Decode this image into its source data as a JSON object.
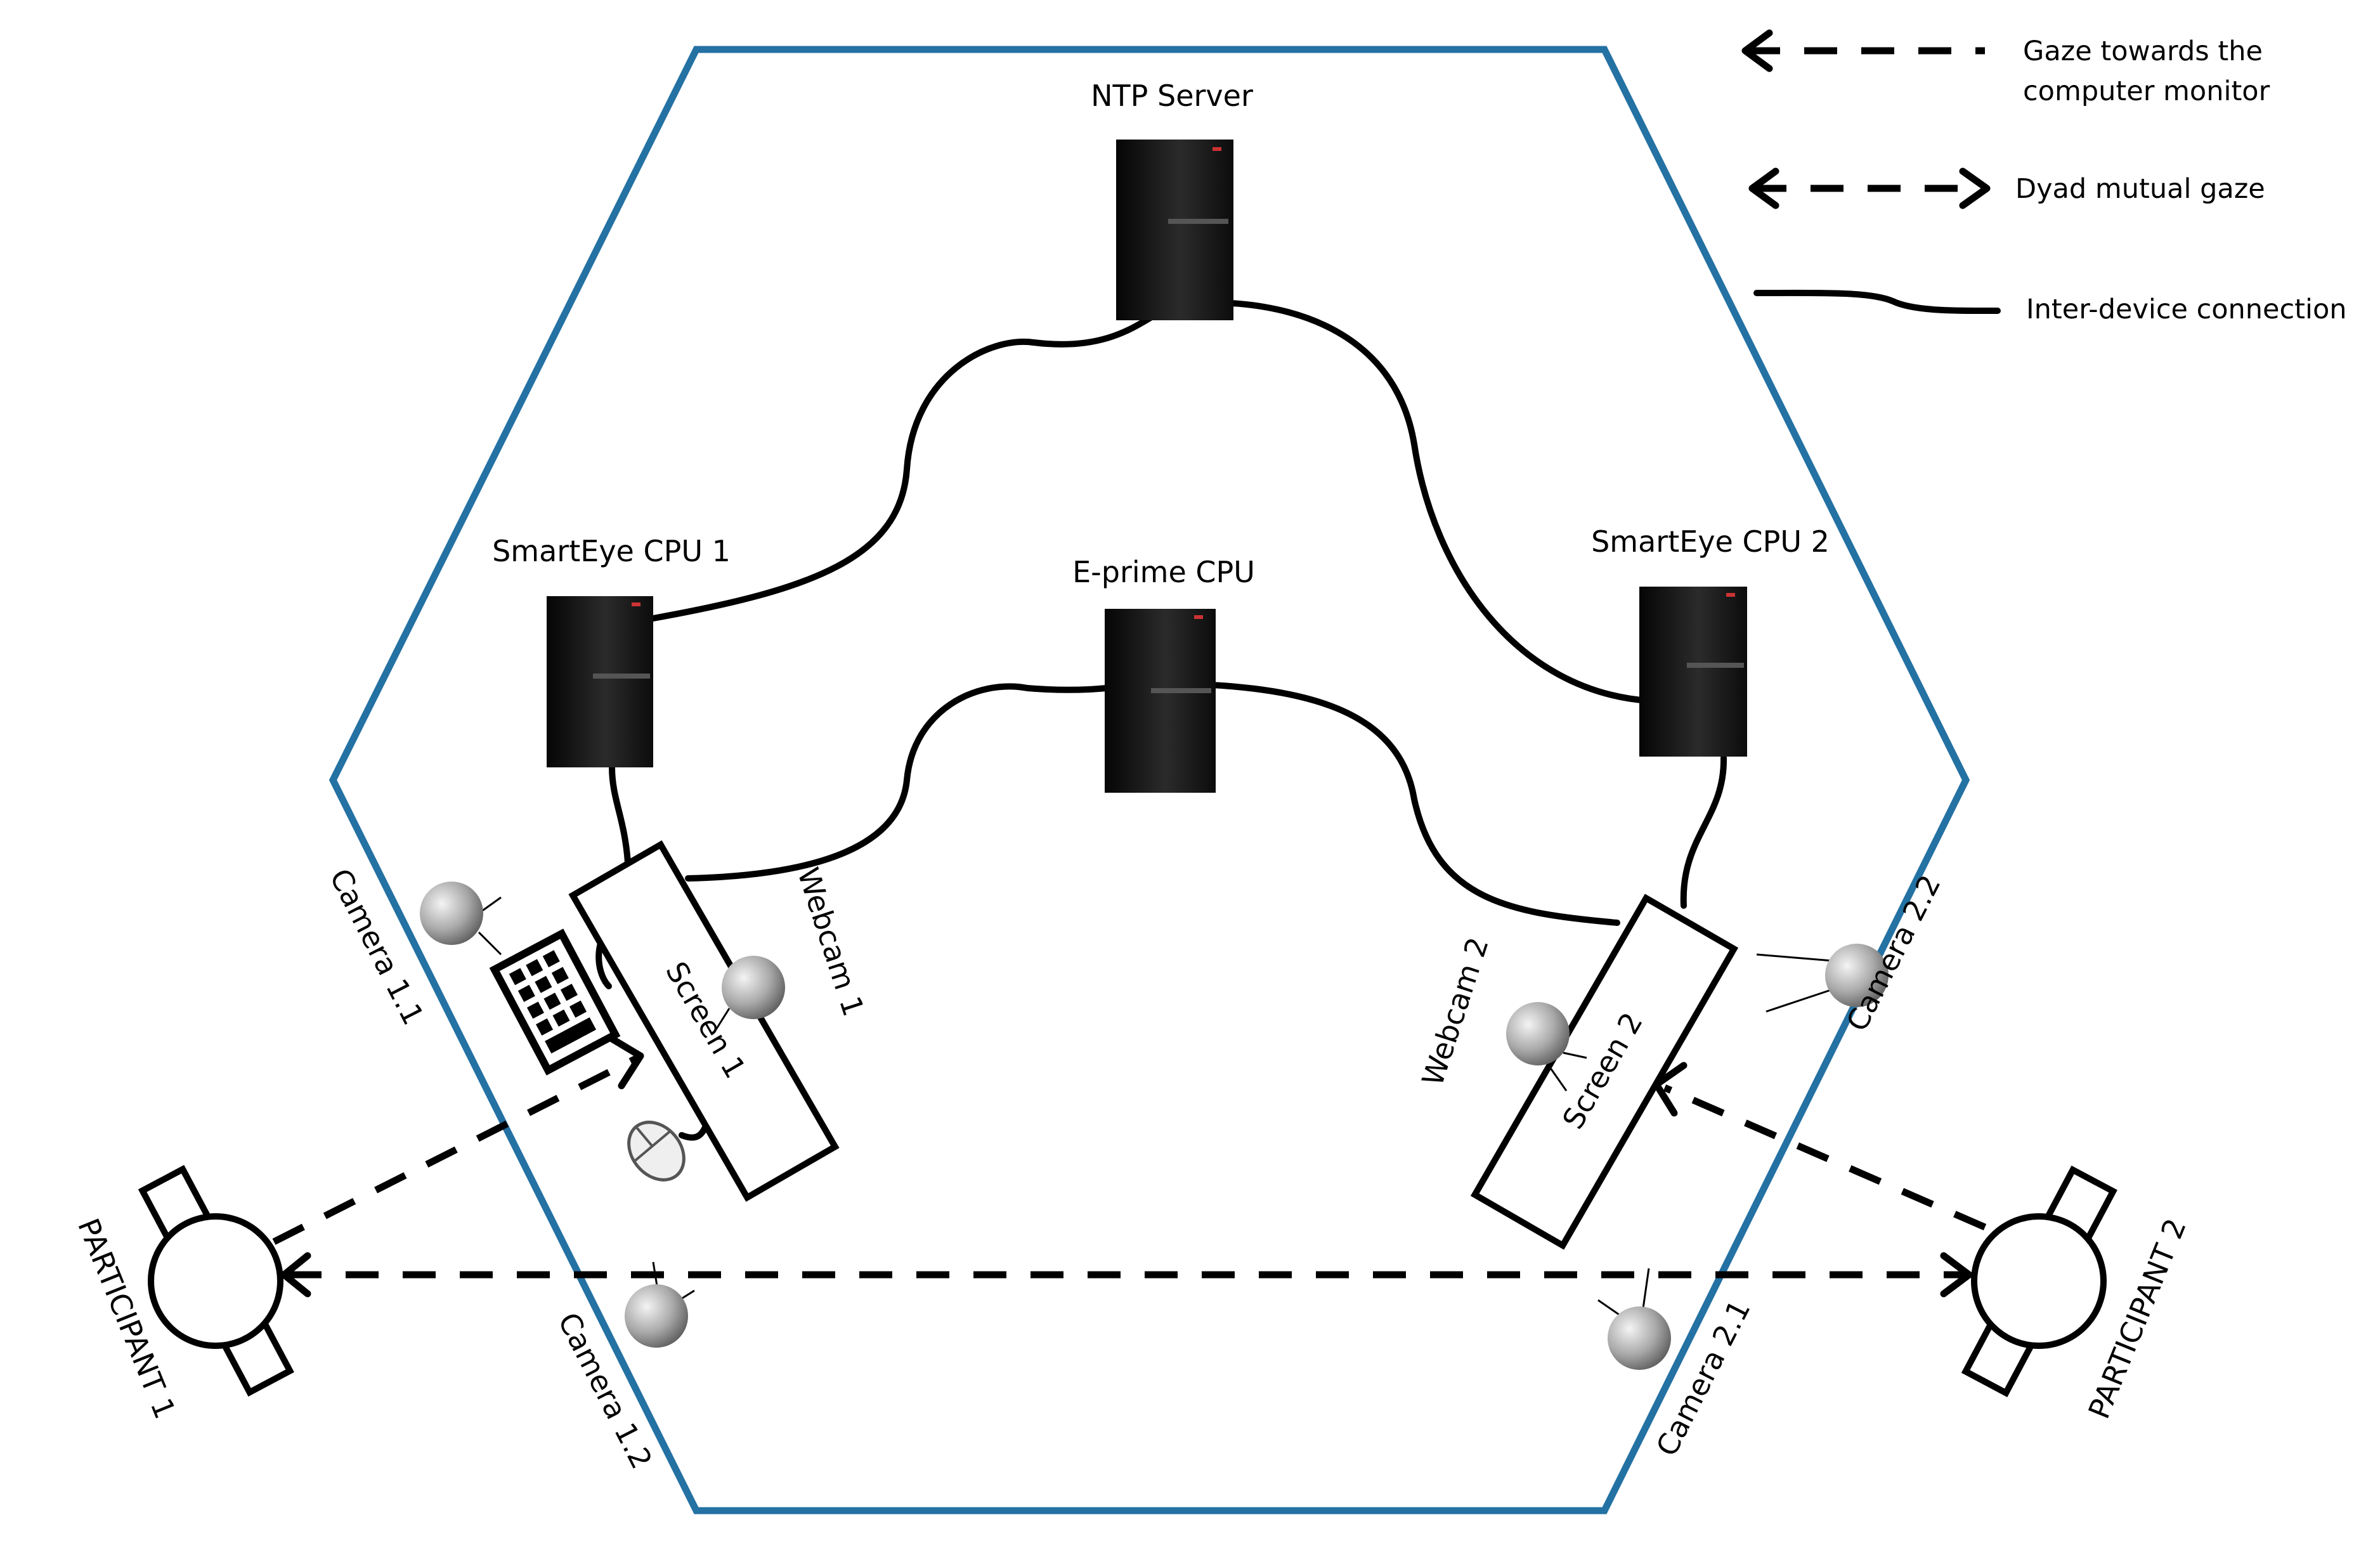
{
  "legend": [
    {
      "icon": "single-arrow-dashed-icon",
      "text": [
        "Gaze towards the",
        "computer monitor"
      ]
    },
    {
      "icon": "double-arrow-dashed-icon",
      "text": [
        "Dyad mutual gaze"
      ]
    },
    {
      "icon": "solid-wire-icon",
      "text": [
        "Inter-device connection"
      ]
    }
  ],
  "computers": {
    "ntp": "NTP Server",
    "eprime": "E-prime CPU",
    "smarteye1": "SmartEye CPU 1",
    "smarteye2": "SmartEye CPU 2"
  },
  "screens": {
    "screen1": "Screen 1",
    "screen2": "Screen 2"
  },
  "webcams": {
    "webcam1": "Webcam 1",
    "webcam2": "Webcam 2"
  },
  "cameras": {
    "cam11": "Camera 1.1",
    "cam12": "Camera 1.2",
    "cam21": "Camera 2.1",
    "cam22": "Camera 2.2"
  },
  "participants": {
    "p1": "PARTICIPANT 1",
    "p2": "PARTICIPANT 2"
  },
  "colors": {
    "room_outline": "#2471a3",
    "tower": "#151515",
    "camera_ball": "#9a9a9a"
  }
}
